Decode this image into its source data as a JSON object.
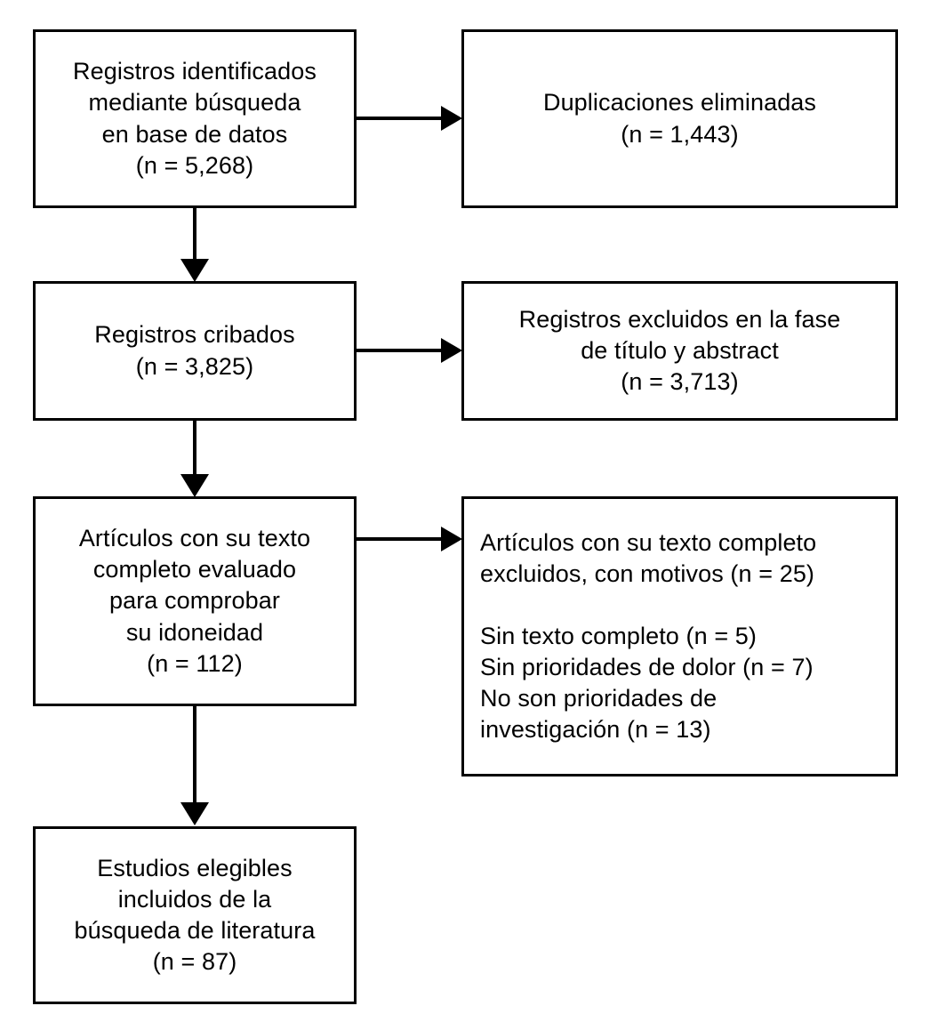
{
  "diagram": {
    "type": "prisma-flow-diagram",
    "language": "es",
    "nodes": {
      "identified": {
        "label": "Registros identificados\nmediante búsqueda\nen base de datos\n(n = 5,268)",
        "count": "5,268"
      },
      "duplicates_removed": {
        "label": "Duplicaciones eliminadas\n(n = 1,443)",
        "count": "1,443"
      },
      "screened": {
        "label": "Registros cribados\n(n = 3,825)",
        "count": "3,825"
      },
      "excluded_title_abstract": {
        "label": "Registros excluidos en la fase\nde título y abstract\n(n = 3,713)",
        "count": "3,713"
      },
      "fulltext_assessed": {
        "label": "Artículos con su texto\ncompleto evaluado\npara comprobar\nsu idoneidad\n(n = 112)",
        "count": "112"
      },
      "excluded_fulltext": {
        "label": "Artículos con su texto completo\nexcluidos, con motivos (n = 25)\n\nSin texto completo (n = 5)\nSin prioridades de dolor (n = 7)\nNo son prioridades de\ninvestigación (n = 13)",
        "count": "25",
        "reasons": [
          {
            "reason": "Sin texto completo",
            "count": "5"
          },
          {
            "reason": "Sin prioridades de dolor",
            "count": "7"
          },
          {
            "reason": "No son prioridades de investigación",
            "count": "13"
          }
        ]
      },
      "included": {
        "label": "Estudios elegibles\nincluidos de la\nbúsqueda de literatura\n(n = 87)",
        "count": "87"
      }
    },
    "colors": {
      "stroke": "#000000",
      "fill": "#ffffff",
      "text": "#000000"
    }
  }
}
